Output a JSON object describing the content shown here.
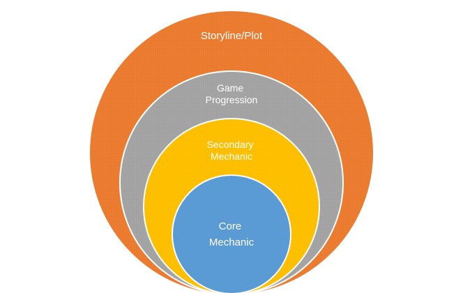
{
  "diagram": {
    "layers": [
      {
        "id": "storyline",
        "lines": [
          "Storyline/Plot"
        ],
        "color": "#ED7D31"
      },
      {
        "id": "progression",
        "lines": [
          "Game",
          "Progression"
        ],
        "color": "#A5A5A5"
      },
      {
        "id": "secondary",
        "lines": [
          "Secondary",
          "Mechanic"
        ],
        "color": "#FFC000"
      },
      {
        "id": "core",
        "lines": [
          "Core",
          "Mechanic"
        ],
        "color": "#5B9BD5"
      }
    ],
    "outline_color": "#ffffff"
  }
}
